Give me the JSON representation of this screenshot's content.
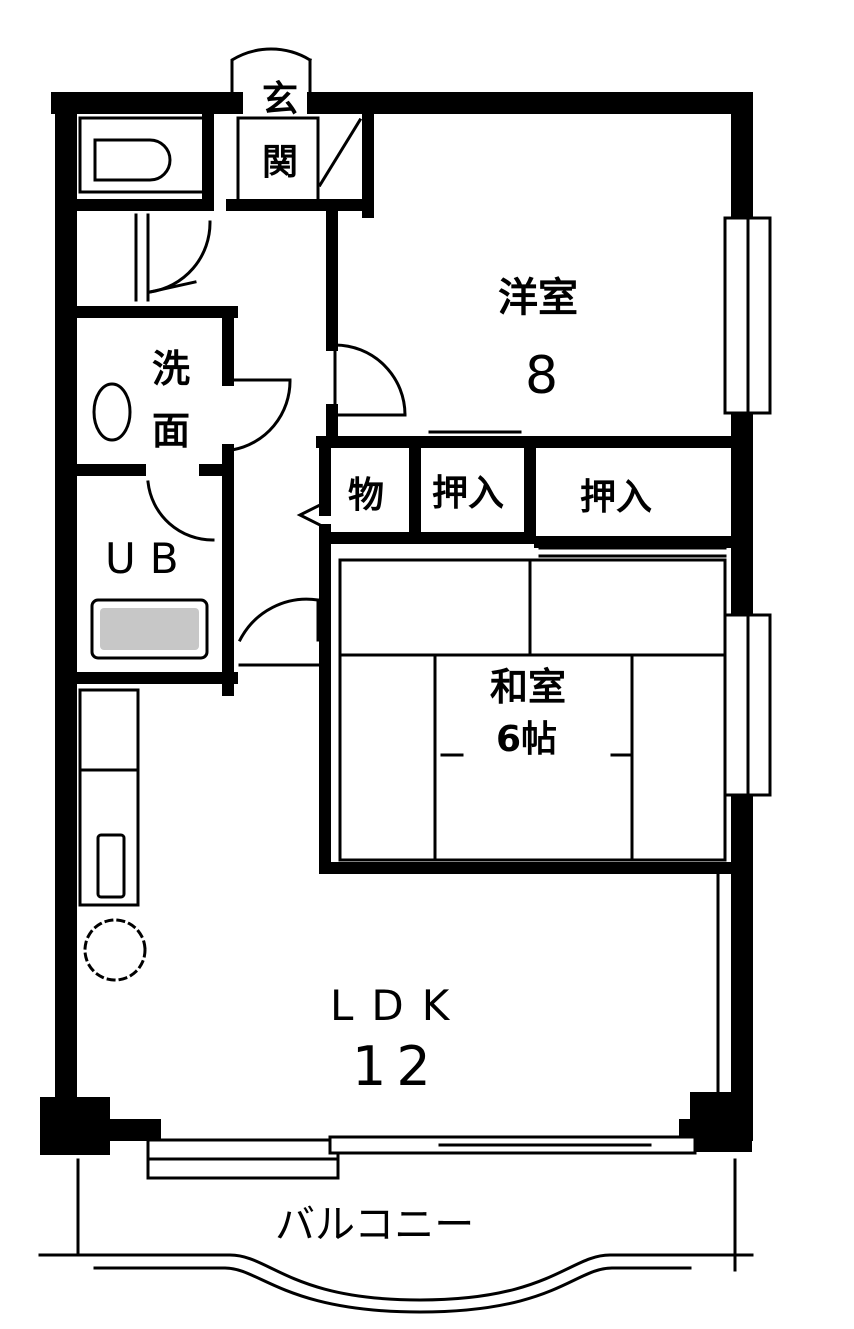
{
  "rooms": {
    "entrance": {
      "line1": "玄",
      "line2": "関"
    },
    "western_room": {
      "name": "洋室",
      "size": "8"
    },
    "washroom": {
      "line1": "洗",
      "line2": "面"
    },
    "storage": {
      "label": "物"
    },
    "closet_1": {
      "label": "押入"
    },
    "closet_2": {
      "label": "押入"
    },
    "unit_bath": {
      "label": "UB"
    },
    "japanese_room": {
      "name": "和室",
      "size": "6帖"
    },
    "ldk": {
      "name": "LDK",
      "size": "12"
    },
    "balcony": {
      "label": "バルコニー"
    }
  },
  "colors": {
    "wall": "#000000",
    "background": "#ffffff"
  }
}
